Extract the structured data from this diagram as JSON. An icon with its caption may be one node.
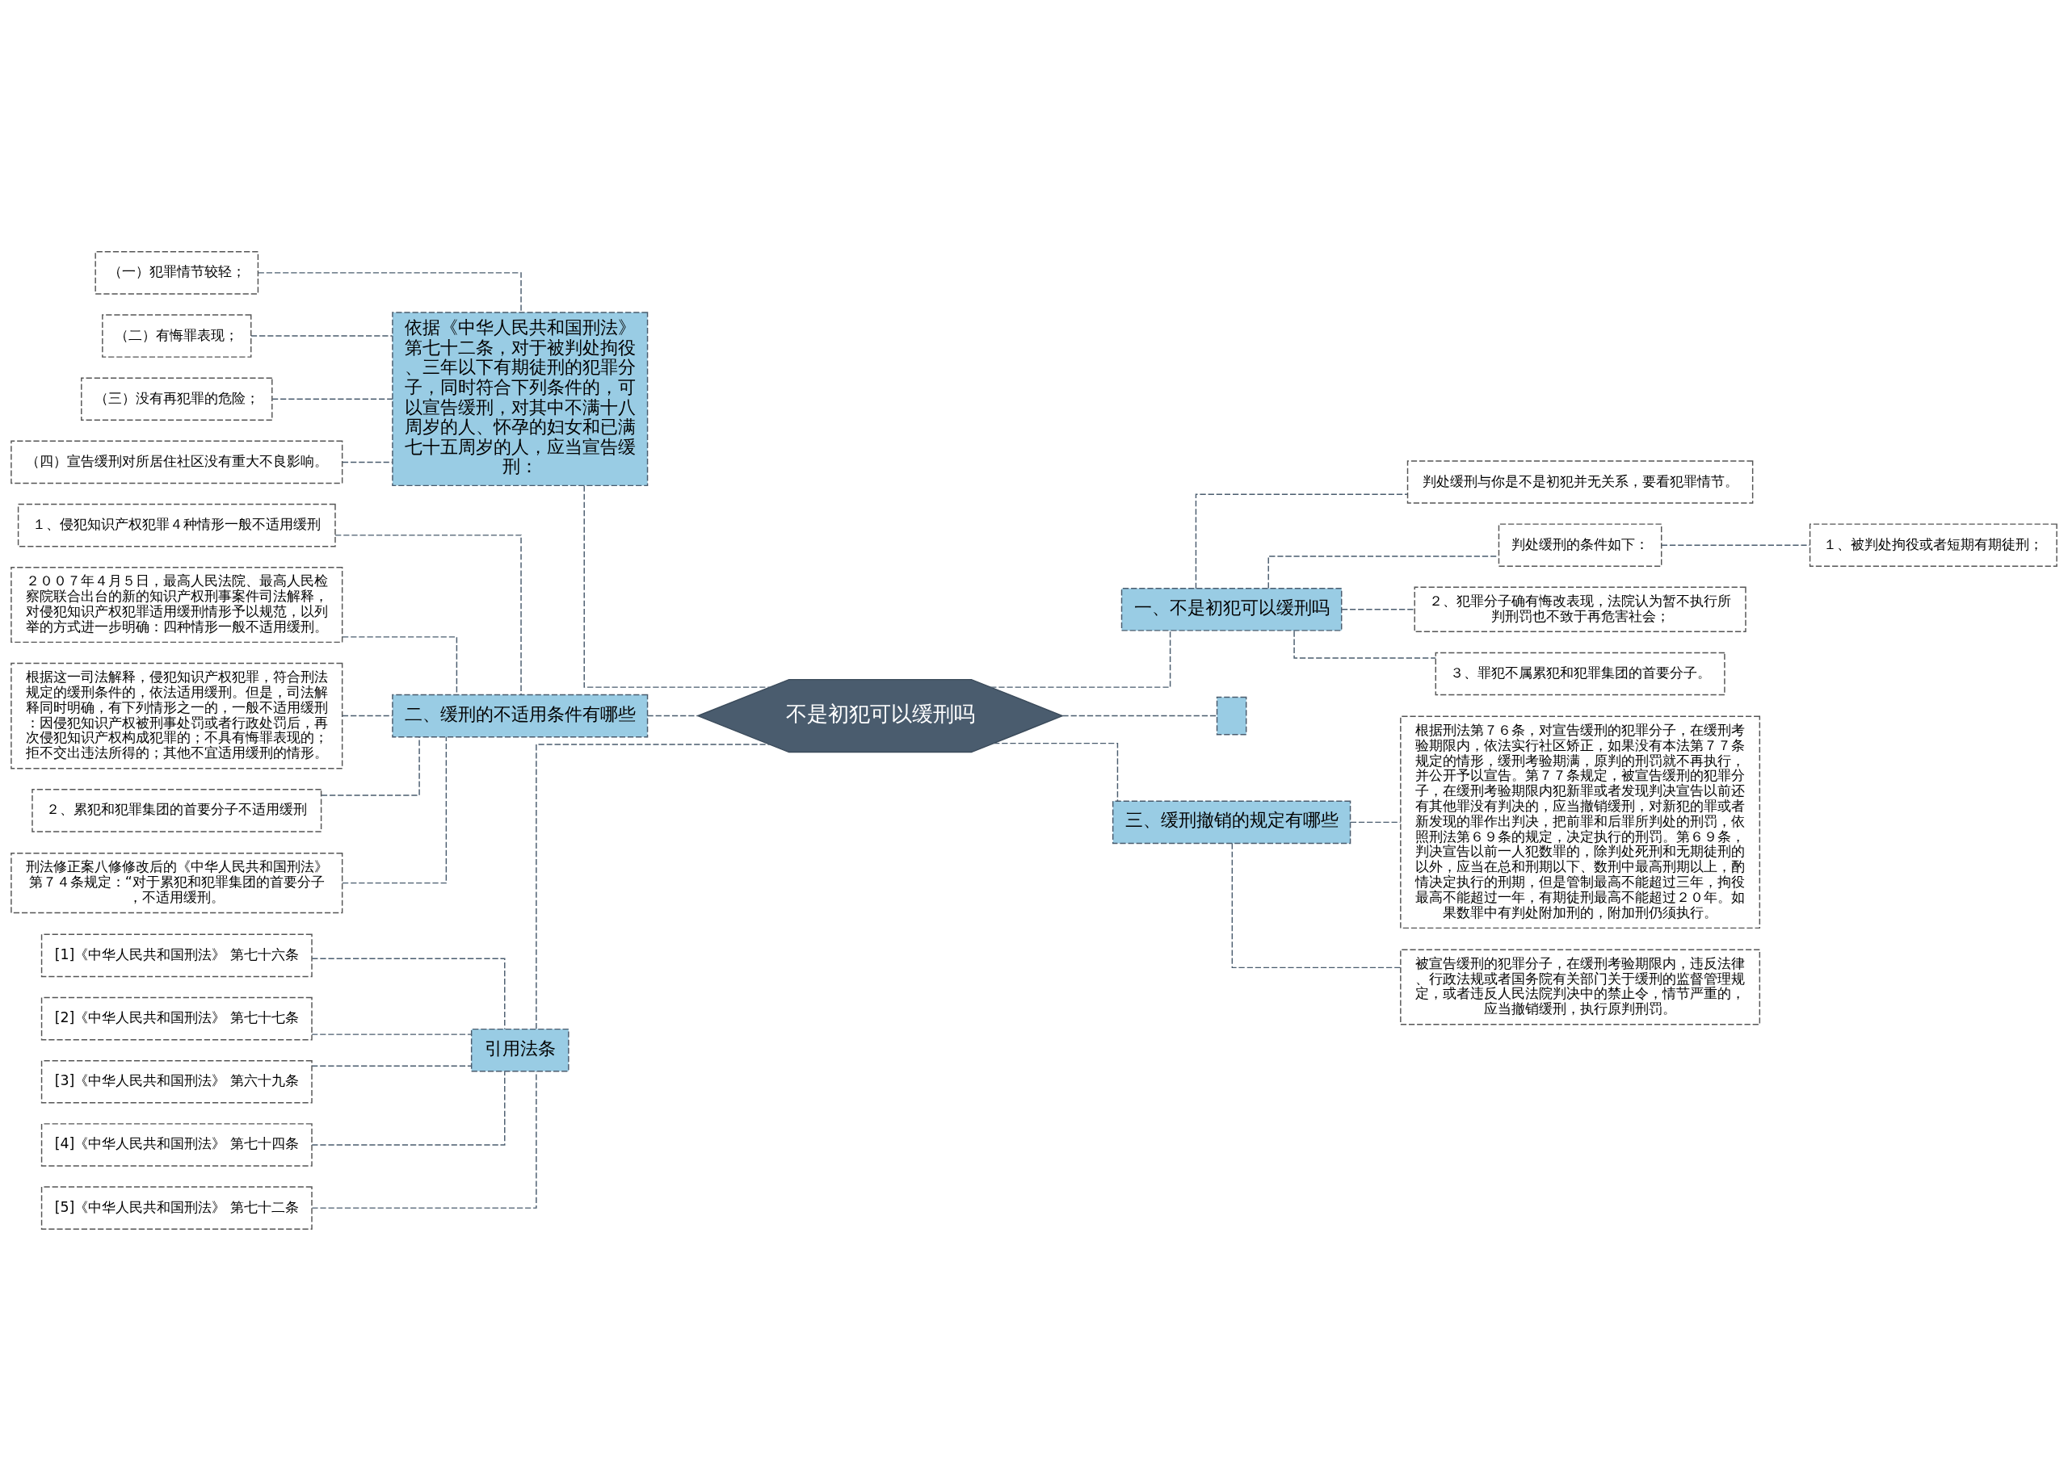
{
  "diagram": {
    "nodes": [
      {
        "text": [
          "不是初犯可以缓刑吗"
        ]
      },
      {
        "text": [
          "依据《中华人民共和国刑法》第七十二条，对于被判处拘役、三年以下有期徒刑的犯罪分子，同时符合下列条件的，可以宣告缓刑，对其中不满十八周岁的人、怀孕的妇女和已满七十五周岁的人，应当宣告缓刑："
        ]
      },
      {
        "text": [
          "（一）犯罪情节较轻；"
        ]
      },
      {
        "text": [
          "（二）有悔罪表现；"
        ]
      },
      {
        "text": [
          "（三）没有再犯罪的危险；"
        ]
      },
      {
        "text": [
          "（四）宣告缓刑对所居住社区没有重大不良影响。"
        ]
      },
      {
        "text": [
          "二、缓刑的不适用条件有哪些"
        ]
      },
      {
        "text": [
          "１、侵犯知识产权犯罪４种情形一般不适用缓刑"
        ]
      },
      {
        "text": [
          "２００７年４月５日，最高人民法院、最高人民检察院联合出台的新的知识产权刑事案件司法解释，对侵犯知识产权犯罪适用缓刑情形予以规范，以列举的方式进一步明确：四种情形一般不适用缓刑。"
        ]
      },
      {
        "text": [
          "根据这一司法解释，侵犯知识产权犯罪，符合刑法规定的缓刑条件的，依法适用缓刑。但是，司法解释同时明确，有下列情形之一的，一般不适用缓刑：因侵犯知识产权被刑事处罚或者行政处罚后，再次侵犯知识产权构成犯罪的；不具有悔罪表现的；拒不交出违法所得的；其他不宜适用缓刑的情形。"
        ]
      },
      {
        "text": [
          "２、累犯和犯罪集团的首要分子不适用缓刑"
        ]
      },
      {
        "text": [
          "刑法修正案八修修改后的《中华人民共和国刑法》第７４条规定：“对于累犯和犯罪集团的首要分子，不适用缓刑。"
        ]
      },
      {
        "text": [
          "引用法条"
        ]
      },
      {
        "text": [
          "[1]《中华人民共和国刑法》 第七十六条"
        ]
      },
      {
        "text": [
          "[2]《中华人民共和国刑法》 第七十七条"
        ]
      },
      {
        "text": [
          "[3]《中华人民共和国刑法》 第六十九条"
        ]
      },
      {
        "text": [
          "[4]《中华人民共和国刑法》 第七十四条"
        ]
      },
      {
        "text": [
          "[5]《中华人民共和国刑法》 第七十二条"
        ]
      },
      {
        "text": [
          "一、不是初犯可以缓刑吗"
        ]
      },
      {
        "text": [
          "判处缓刑与你是不是初犯并无关系，要看犯罪情节。"
        ]
      },
      {
        "text": [
          "判处缓刑的条件如下："
        ]
      },
      {
        "text": [
          "１、被判处拘役或者短期有期徒刑；"
        ]
      },
      {
        "text": [
          "２、犯罪分子确有悔改表现，法院认为暂不执行所判刑罚也不致于再危害社会；"
        ]
      },
      {
        "text": [
          "３、罪犯不属累犯和犯罪集团的首要分子。"
        ]
      },
      {
        "text": [],
        "shape": "box"
      },
      {
        "text": [
          "三、缓刑撤销的规定有哪些"
        ]
      },
      {
        "text": [
          "根据刑法第７６条，对宣告缓刑的犯罪分子，在缓刑考验期限内，依法实行社区矫正，如果没有本法第７７条规定的情形，缓刑考验期满，原判的刑罚就不再执行，并公开予以宣告。第７７条规定，被宣告缓刑的犯罪分子，在缓刑考验期限内犯新罪或者发现判决宣告以前还有其他罪没有判决的，应当撤销缓刑，对新犯的罪或者新发现的罪作出判决，把前罪和后罪所判处的刑罚，依照刑法第６９条的规定，决定执行的刑罚。第６９条，判决宣告以前一人犯数罪的，除判处死刑和无期徒刑的以外，应当在总和刑期以下、数刑中最高刑期以上，酌情决定执行的刑期，但是管制最高不能超过三年，拘役最高不能超过一年，有期徒刑最高不能超过２０年。如果数罪中有判处附加刑的，附加刑仍须执行。"
        ]
      },
      {
        "text": [
          "被宣告缓刑的犯罪分子，在缓刑考验期限内，违反法律、行政法规或者国务院有关部门关于缓刑的监督管理规定，或者违反人民法院判决中的禁止令，情节严重的，应当撤销缓刑，执行原判刑罚。"
        ]
      }
    ],
    "edges": [
      {
        "from": 1,
        "to": 0,
        "arrow": "none"
      },
      {
        "from": 2,
        "to": 1,
        "arrow": "none"
      },
      {
        "from": 3,
        "to": 1,
        "arrow": "none"
      },
      {
        "from": 4,
        "to": 1,
        "arrow": "none"
      },
      {
        "from": 5,
        "to": 1,
        "arrow": "none"
      },
      {
        "from": 6,
        "to": 0,
        "arrow": "none"
      },
      {
        "from": 7,
        "to": 6,
        "arrow": "none"
      },
      {
        "from": 8,
        "to": 6,
        "arrow": "none"
      },
      {
        "from": 9,
        "to": 6,
        "arrow": "none"
      },
      {
        "from": 10,
        "to": 6,
        "arrow": "none"
      },
      {
        "from": 11,
        "to": 6,
        "arrow": "none"
      },
      {
        "from": 12,
        "to": 0,
        "arrow": "none"
      },
      {
        "from": 13,
        "to": 12,
        "arrow": "none"
      },
      {
        "from": 14,
        "to": 12,
        "arrow": "none"
      },
      {
        "from": 15,
        "to": 12,
        "arrow": "none"
      },
      {
        "from": 16,
        "to": 12,
        "arrow": "none"
      },
      {
        "from": 17,
        "to": 12,
        "arrow": "none"
      },
      {
        "from": 0,
        "to": 18,
        "arrow": "none"
      },
      {
        "from": 18,
        "to": 19,
        "arrow": "none"
      },
      {
        "from": 18,
        "to": 20,
        "arrow": "none"
      },
      {
        "from": 20,
        "to": 21,
        "arrow": "none"
      },
      {
        "from": 18,
        "to": 22,
        "arrow": "none"
      },
      {
        "from": 18,
        "to": 23,
        "arrow": "none"
      },
      {
        "from": 0,
        "to": 24,
        "arrow": "none"
      },
      {
        "from": 0,
        "to": 25,
        "arrow": "none"
      },
      {
        "from": 25,
        "to": 26,
        "arrow": "none"
      },
      {
        "from": 25,
        "to": 27,
        "arrow": "none"
      }
    ]
  }
}
